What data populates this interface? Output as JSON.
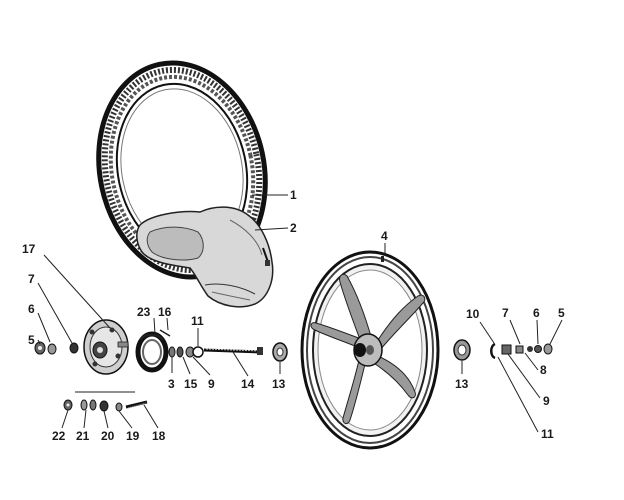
{
  "callouts": [
    {
      "id": "c1",
      "label": "1"
    },
    {
      "id": "c2",
      "label": "2"
    },
    {
      "id": "c3",
      "label": "3"
    },
    {
      "id": "c4",
      "label": "4"
    },
    {
      "id": "c5a",
      "label": "5"
    },
    {
      "id": "c5b",
      "label": "5"
    },
    {
      "id": "c6a",
      "label": "6"
    },
    {
      "id": "c6b",
      "label": "6"
    },
    {
      "id": "c7a",
      "label": "7"
    },
    {
      "id": "c7b",
      "label": "7"
    },
    {
      "id": "c8",
      "label": "8"
    },
    {
      "id": "c9a",
      "label": "9"
    },
    {
      "id": "c9b",
      "label": "9"
    },
    {
      "id": "c10",
      "label": "10"
    },
    {
      "id": "c11a",
      "label": "11"
    },
    {
      "id": "c11b",
      "label": "11"
    },
    {
      "id": "c13a",
      "label": "13"
    },
    {
      "id": "c13b",
      "label": "13"
    },
    {
      "id": "c14",
      "label": "14"
    },
    {
      "id": "c15",
      "label": "15"
    },
    {
      "id": "c16",
      "label": "16"
    },
    {
      "id": "c17",
      "label": "17"
    },
    {
      "id": "c18",
      "label": "18"
    },
    {
      "id": "c19",
      "label": "19"
    },
    {
      "id": "c20",
      "label": "20"
    },
    {
      "id": "c21",
      "label": "21"
    },
    {
      "id": "c22",
      "label": "22"
    },
    {
      "id": "c23",
      "label": "23"
    }
  ]
}
